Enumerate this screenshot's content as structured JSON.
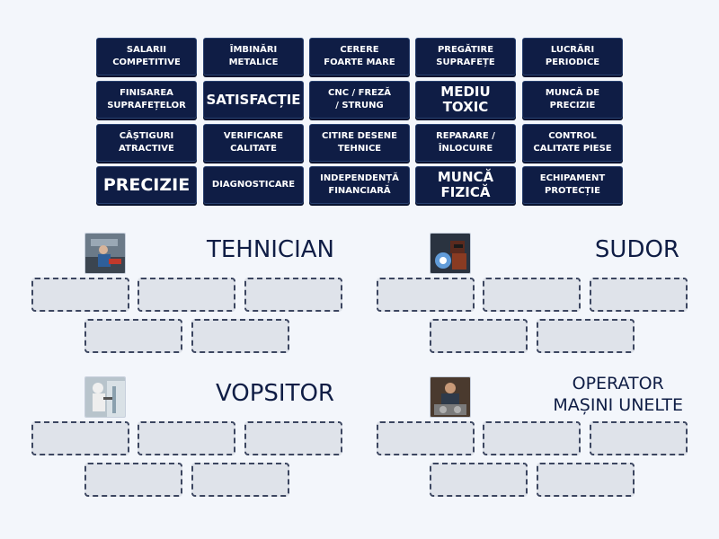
{
  "tiles": [
    {
      "label": "SALARII\nCOMPETITIVE",
      "size": "small"
    },
    {
      "label": "ÎMBINĂRI\nMETALICE",
      "size": "small"
    },
    {
      "label": "CERERE\nFOARTE MARE",
      "size": "small"
    },
    {
      "label": "PREGĂTIRE\nSUPRAFEȚE",
      "size": "small"
    },
    {
      "label": "LUCRĂRI\nPERIODICE",
      "size": "small"
    },
    {
      "label": "FINISAREA\nSUPRAFEȚELOR",
      "size": "small"
    },
    {
      "label": "SATISFACȚIE",
      "size": "big"
    },
    {
      "label": "CNC / FREZĂ\n/ STRUNG",
      "size": "small"
    },
    {
      "label": "MEDIU TOXIC",
      "size": "big"
    },
    {
      "label": "MUNCĂ DE\nPRECIZIE",
      "size": "small"
    },
    {
      "label": "CÂȘTIGURI\nATRACTIVE",
      "size": "small"
    },
    {
      "label": "VERIFICARE\nCALITATE",
      "size": "small"
    },
    {
      "label": "CITIRE DESENE\nTEHNICE",
      "size": "small"
    },
    {
      "label": "REPARARE /\nÎNLOCUIRE",
      "size": "small"
    },
    {
      "label": "CONTROL\nCALITATE PIESE",
      "size": "small"
    },
    {
      "label": "PRECIZIE",
      "size": "xl"
    },
    {
      "label": "DIAGNOSTICARE",
      "size": "small"
    },
    {
      "label": "INDEPENDENȚĂ\nFINANCIARĂ",
      "size": "small"
    },
    {
      "label": "MUNCĂ FIZICĂ",
      "size": "big"
    },
    {
      "label": "ECHIPAMENT\nPROTECȚIE",
      "size": "small"
    }
  ],
  "groups": [
    {
      "title": "TEHNICIAN",
      "image": "technician-photo",
      "slots": 5
    },
    {
      "title": "SUDOR",
      "image": "welder-photo",
      "slots": 5
    },
    {
      "title": "VOPSITOR",
      "image": "painter-photo",
      "slots": 5
    },
    {
      "title": "OPERATOR\nMAȘINI UNELTE",
      "image": "machine-operator-photo",
      "slots": 5
    }
  ]
}
